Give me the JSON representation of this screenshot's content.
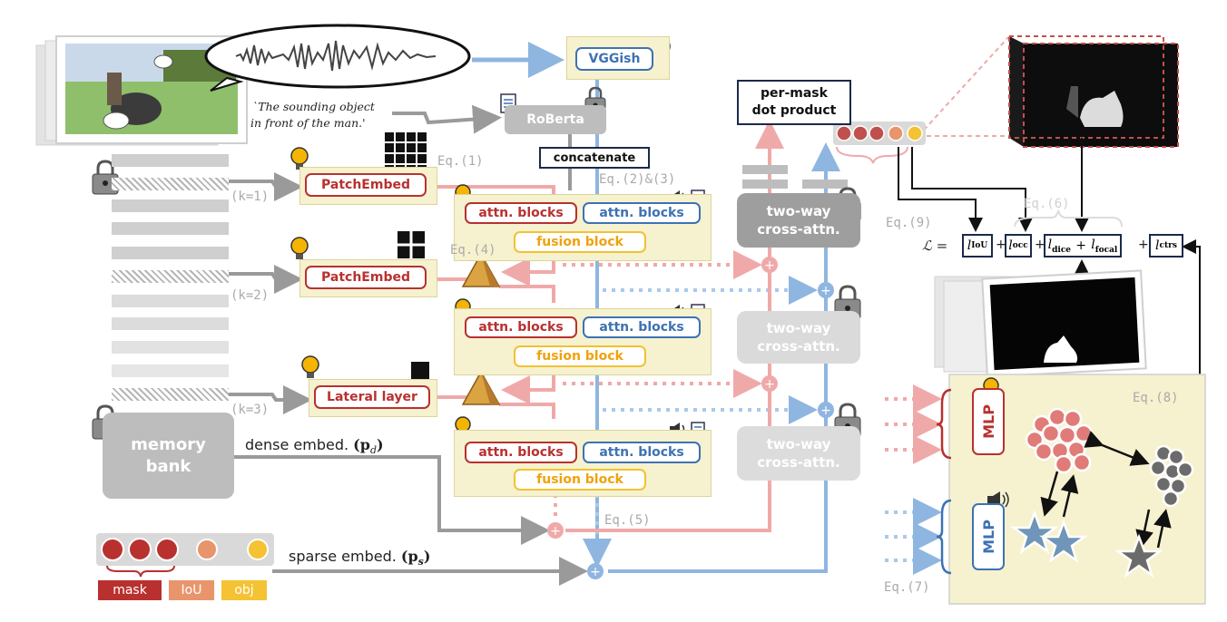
{
  "caption_quote": "`The sounding object",
  "caption_quote_2": "in front of the man.'",
  "vggish": "VGGish",
  "roberta": "RoBerta",
  "concatenate": "concatenate",
  "per_mask_line1": "per-mask",
  "per_mask_line2": "dot product",
  "patch_embed": "PatchEmbed",
  "lateral_layer": "Lateral layer",
  "attn_blocks": "attn. blocks",
  "fusion_block": "fusion block",
  "two_way_line1": "two-way",
  "two_way_line2": "cross-attn.",
  "memory_line1": "memory",
  "memory_line2": "bank",
  "dense_embed": "dense embed.",
  "dense_sym": "(p",
  "dense_sub": "d",
  "sparse_embed": "sparse embed.",
  "sparse_sym": "(p",
  "sparse_sub": "s",
  "k1": "(k=1)",
  "k2": "(k=2)",
  "k3": "(k=3)",
  "eq1": "Eq.(1)",
  "eq23": "Eq.(2)&(3)",
  "eq4": "Eq.(4)",
  "eq5": "Eq.(5)",
  "eq6": "Eq.(6)",
  "eq7": "Eq.(7)",
  "eq8": "Eq.(8)",
  "eq9": "Eq.(9)",
  "mlp": "MLP",
  "legend": {
    "mask": "mask",
    "iou": "IoU",
    "obj": "obj"
  },
  "loss": {
    "symbol": "ℒ =",
    "iou": "l",
    "iou_sub": "IoU",
    "occ": "l",
    "occ_sub": "occ",
    "dice": "l",
    "dice_sub": "dice",
    "focal": "l",
    "focal_sub": "focal",
    "ctrs": "l",
    "ctrs_sub": "ctrs",
    "plus": "+"
  },
  "colors": {
    "red": "#b8312f",
    "blue": "#3d72b4",
    "yellow": "#f1c232",
    "pink": "#f0a9a9",
    "lightblue": "#a9c9ea",
    "gray": "#9a9a9a",
    "mask_dot": "#c0504d",
    "iou_dot": "#e8956b",
    "obj_dot": "#f4c232"
  }
}
